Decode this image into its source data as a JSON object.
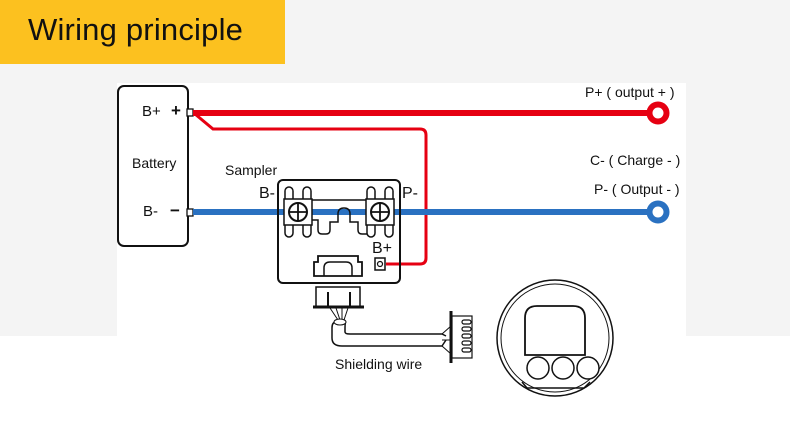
{
  "title": "Wiring principle",
  "colors": {
    "banner": "#fcc11f",
    "positive_wire": "#e60012",
    "negative_wire": "#2a71c1",
    "background": "#f4f4f4"
  },
  "battery": {
    "label": "Battery",
    "positive_terminal": "B+",
    "positive_sign": "+",
    "negative_terminal": "B-",
    "negative_sign": "−"
  },
  "sampler": {
    "label": "Sampler",
    "left_terminal": "B-",
    "right_terminal": "P-",
    "power_terminal": "B+"
  },
  "outputs": {
    "positive": "P+ (  output + )",
    "charge_negative": "C- ( Charge - )",
    "output_negative": "P- ( Output - )"
  },
  "cable": {
    "label": "Shielding wire"
  }
}
